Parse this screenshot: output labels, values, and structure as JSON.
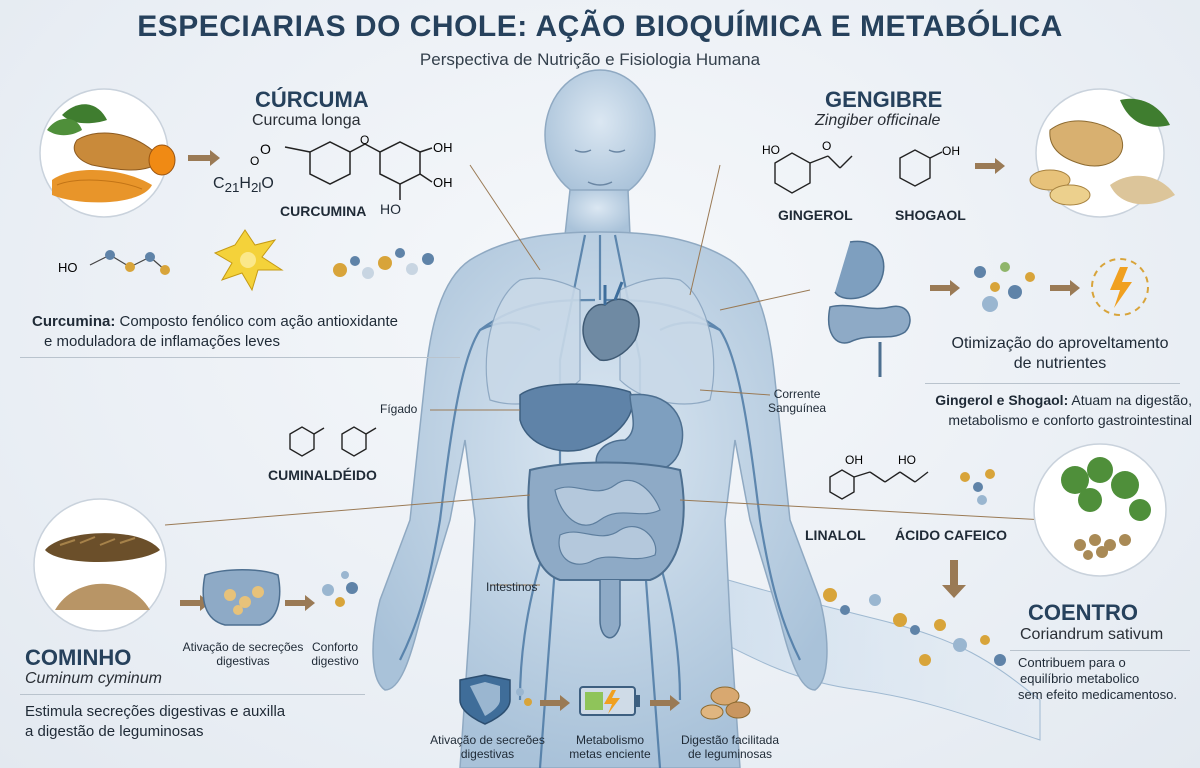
{
  "header": {
    "title": "ESPECIARIAS DO CHOLE: AÇÃO BIOQUÍMICA E METABÓLICA",
    "subtitle": "Perspectiva de Nutrição e Fisiologia Humana"
  },
  "curcuma": {
    "name": "CÚRCUMA",
    "scientific": "Curcuma longa",
    "molecule": "CURCUMINA",
    "formula_c": "C",
    "formula_21": "21",
    "formula_h": "H",
    "formula_20": "2l",
    "formula_o": "O",
    "atom_ho": "HO",
    "desc_bold": "Curcumina:",
    "desc_line1": " Composto fenólico com ação antioxidante",
    "desc_line2": "e moduladora de inflamações leves"
  },
  "gengibre": {
    "name": "GENGIBRE",
    "scientific": "Zingiber officinale",
    "mol1": "GINGEROL",
    "mol2": "SHOGAOL",
    "outcome_line1": "Otimização do aproveltamento",
    "outcome_line2": "de nutrientes",
    "desc_bold": "Gingerol e Shogaol:",
    "desc_line1": " Atuam na digestão,",
    "desc_line2": "metabolismo e conforto gastrointestinal"
  },
  "cominho": {
    "name": "COMINHO",
    "scientific": "Cuminum cyminum",
    "molecule": "CUMINALDÉIDO",
    "step1_line1": "Ativação de secreções",
    "step1_line2": "digestivas",
    "step2_line1": "Conforto",
    "step2_line2": "digestivo",
    "desc_line1": "Estimula secreções digestivas e auxilla",
    "desc_line2": "a digestão de leguminosas"
  },
  "coentro": {
    "name": "COENTRO",
    "scientific": "Coriandrum sativum",
    "mol1": "LINALOL",
    "mol2": "ÁCIDO CAFEICO",
    "desc_line1": "Contribuem para o",
    "desc_line2": "equilíbrio metabolico",
    "desc_line3": "sem efeito medicamentoso."
  },
  "body_labels": {
    "liver": "Fígado",
    "blood_line1": "Corrente",
    "blood_line2": "Sanguínea",
    "intestine": "Intestinos"
  },
  "bottom_flow": {
    "step1_line1": "Ativação de secreões",
    "step1_line2": "digestivas",
    "step2_line1": "Metabolismo",
    "step2_line2": "metas enciente",
    "step3_line1": "Digestão facilitada",
    "step3_line2": "de leguminosas"
  },
  "colors": {
    "title": "#26415c",
    "body": "#b7cde0",
    "vessel": "#3e6e9c",
    "turmeric": "#e8952a",
    "ginger": "#e7c27a",
    "leaf": "#3f7d2f",
    "cumin": "#8a6a3e",
    "organ": "#6f93b6"
  },
  "icons": [
    "turmeric-image",
    "ginger-image",
    "cumin-image",
    "coriander-image",
    "shield-icon",
    "battery-icon",
    "beans-icon",
    "lightning-icon",
    "heart-icon",
    "liver-icon",
    "stomach-icon",
    "intestine-icon"
  ]
}
